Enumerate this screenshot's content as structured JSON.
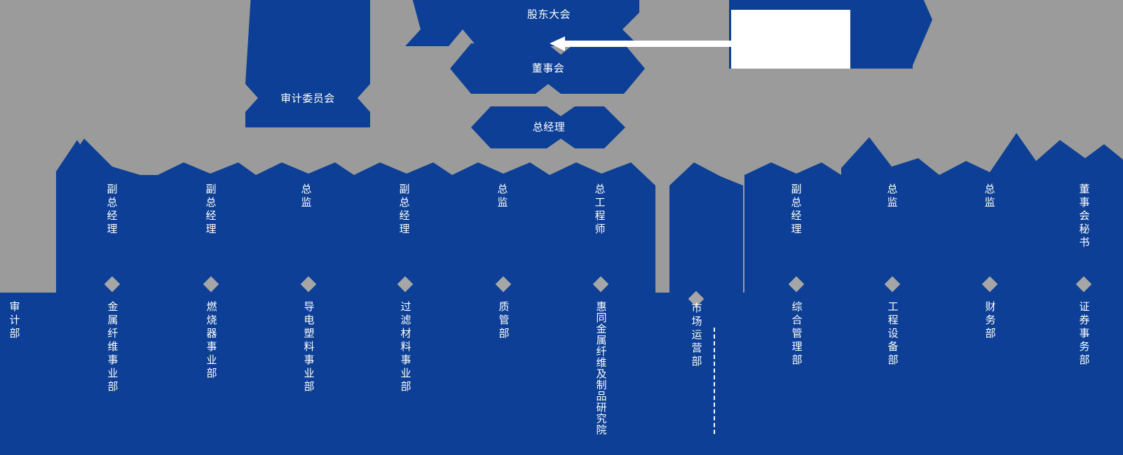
{
  "meta": {
    "title": "组织架构图",
    "background_color": "#9b9b9b",
    "shape_color": "#0c3f95",
    "marker_color": "#a6a6a6",
    "text_color": "#ffffff",
    "callout_color": "#ffffff"
  },
  "top_nodes": [
    {
      "id": "audit-committee",
      "label": "审计委员会",
      "orientation": "horizontal"
    },
    {
      "id": "shareholders-meeting",
      "label": "股东大会",
      "orientation": "horizontal"
    },
    {
      "id": "board-of-directors",
      "label": "董事会",
      "orientation": "horizontal"
    },
    {
      "id": "general-manager",
      "label": "总经理",
      "orientation": "horizontal"
    }
  ],
  "callout": {
    "id": "empty-callout-box",
    "label": "",
    "has_leader_line": true
  },
  "role_nodes": [
    {
      "id": "role-deputy-gm-1",
      "label": "副总经理"
    },
    {
      "id": "role-deputy-gm-2",
      "label": "副总经理"
    },
    {
      "id": "role-director-1",
      "label": "总监"
    },
    {
      "id": "role-deputy-gm-3",
      "label": "副总经理"
    },
    {
      "id": "role-director-2",
      "label": "总监"
    },
    {
      "id": "role-chief-engineer",
      "label": "总工程师"
    },
    {
      "id": "role-deputy-gm-4",
      "label": "副总经理"
    },
    {
      "id": "role-director-3",
      "label": "总监"
    },
    {
      "id": "role-director-4",
      "label": "总监"
    },
    {
      "id": "role-board-secretary",
      "label": "董事会秘书"
    }
  ],
  "department_nodes": [
    {
      "id": "dept-audit",
      "label": "审计部",
      "has_marker": false
    },
    {
      "id": "dept-metal-fiber",
      "label": "金属纤维事业部",
      "has_marker": true
    },
    {
      "id": "dept-burner",
      "label": "燃烧器事业部",
      "has_marker": true
    },
    {
      "id": "dept-conductive-plastic",
      "label": "导电塑料事业部",
      "has_marker": true
    },
    {
      "id": "dept-filter-material",
      "label": "过滤材料事业部",
      "has_marker": true
    },
    {
      "id": "dept-quality-control",
      "label": "质管部",
      "has_marker": true
    },
    {
      "id": "dept-research-institute",
      "label": "惠同金属纤维及制品研究院",
      "has_marker": true
    },
    {
      "id": "dept-market-operations",
      "label": "市场运营部",
      "has_marker": true
    },
    {
      "id": "dept-general-admin",
      "label": "综合管理部",
      "has_marker": true
    },
    {
      "id": "dept-engineering-equipment",
      "label": "工程设备部",
      "has_marker": true
    },
    {
      "id": "dept-finance",
      "label": "财务部",
      "has_marker": true
    },
    {
      "id": "dept-securities-affairs",
      "label": "证券事务部",
      "has_marker": true
    }
  ]
}
